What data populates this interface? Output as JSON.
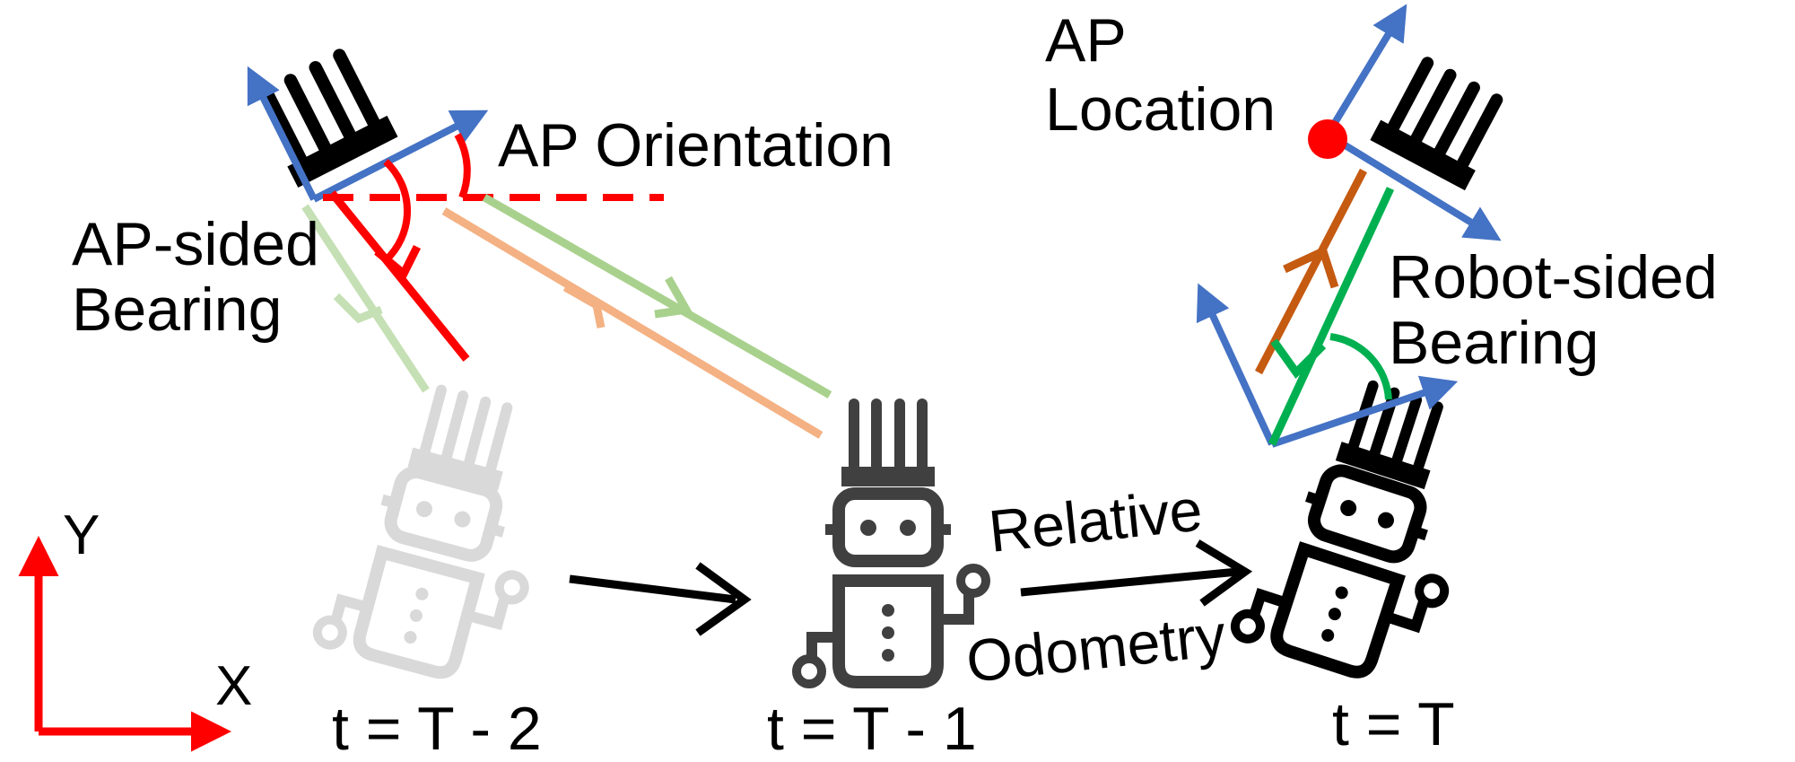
{
  "labels": {
    "ap_orientation": "AP Orientation",
    "ap_location_line1": "AP",
    "ap_location_line2": "Location",
    "ap_sided_line1": "AP-sided",
    "ap_sided_line2": "Bearing",
    "robot_sided_line1": "Robot-sided",
    "robot_sided_line2": "Bearing",
    "relative": "Relative",
    "odometry": "Odometry",
    "axis_y": "Y",
    "axis_x": "X",
    "time_t2": "t = T - 2",
    "time_t1": "t = T - 1",
    "time_t": "t = T"
  },
  "colors": {
    "axis_red": "#ff0000",
    "frame_blue": "#4472c4",
    "bearing_red": "#ff0000",
    "faded_green": "#c5e0b4",
    "mid_green": "#a9d18e",
    "light_orange": "#f4b183",
    "robot_orange": "#c55a11",
    "robot_green": "#00b050",
    "robot_dark": "#404040",
    "robot_faded": "#d9d9d9",
    "robot_black": "#000000"
  },
  "icons": [
    "access-point-icon",
    "robot-icon",
    "arrow-icon"
  ]
}
